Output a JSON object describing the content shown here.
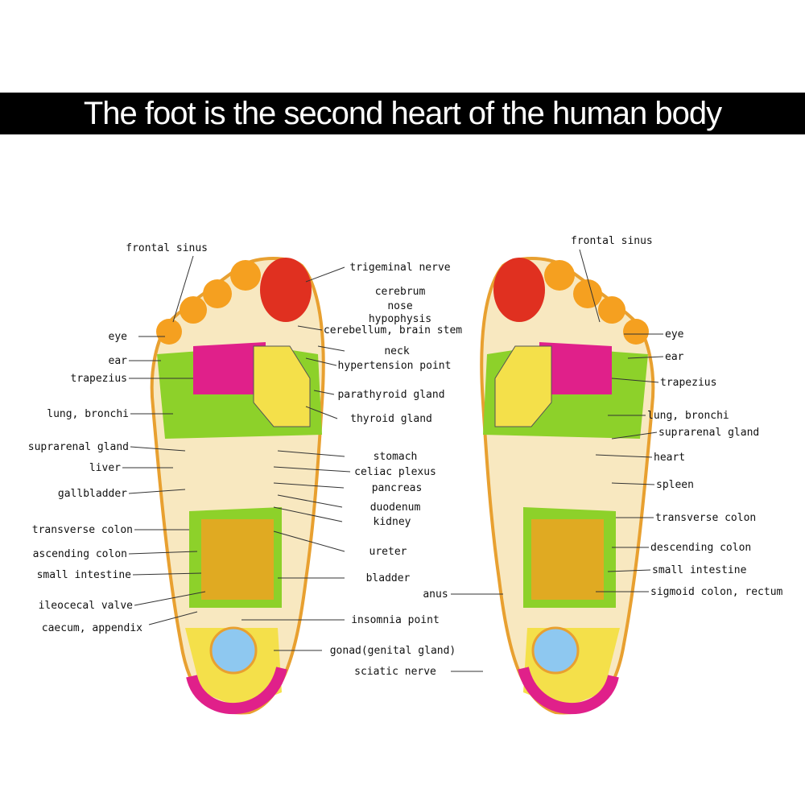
{
  "title": "The foot is the second heart of the human body",
  "left_labels": [
    "frontal sinus",
    "eye",
    "ear",
    "trapezius",
    "lung, bronchi",
    "suprarenal gland",
    "liver",
    "gallbladder",
    "transverse colon",
    "ascending colon",
    "small intestine",
    "ileocecal valve",
    "caecum, appendix"
  ],
  "center_labels": [
    "trigeminal nerve",
    "cerebrum",
    "nose",
    "hypophysis",
    "cerebellum, brain stem",
    "neck",
    "hypertension point",
    "parathyroid gland",
    "thyroid gland",
    "stomach",
    "celiac plexus",
    "pancreas",
    "duodenum",
    "kidney",
    "ureter",
    "bladder",
    "anus",
    "insomnia point",
    "gonad(genital gland)",
    "sciatic nerve"
  ],
  "right_labels": [
    "frontal sinus",
    "eye",
    "ear",
    "trapezius",
    "lung, bronchi",
    "suprarenal gland",
    "heart",
    "spleen",
    "transverse colon",
    "descending colon",
    "small intestine",
    "sigmoid colon, rectum"
  ],
  "colors": {
    "yellow": "#f4e04a",
    "green": "#8dd12a",
    "magenta": "#e0208a",
    "orange": "#f5a020",
    "blue": "#8ec8f0",
    "red": "#e03020",
    "skin": "#f8e8c0"
  }
}
